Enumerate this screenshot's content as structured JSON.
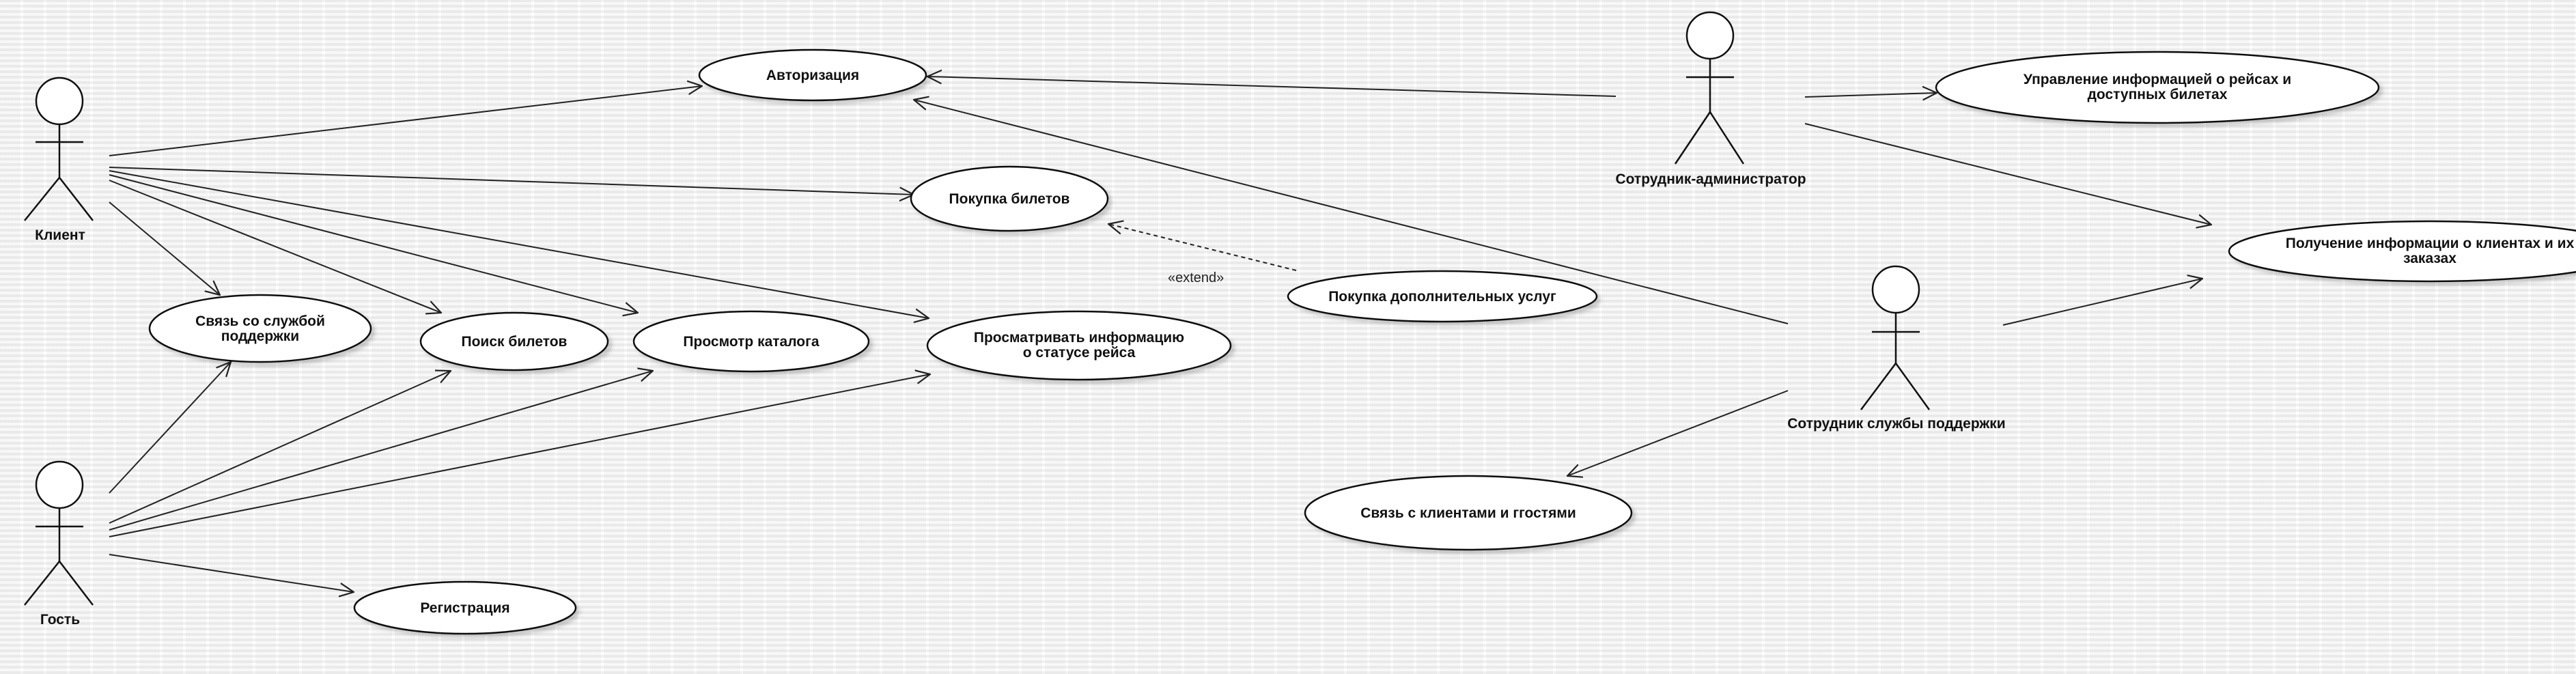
{
  "actors": {
    "client": "Клиент",
    "guest": "Гость",
    "admin": "Сотрудник-администратор",
    "support": "Сотрудник службы поддержки"
  },
  "usecases": {
    "auth": "Авторизация",
    "buy": "Покупка билетов",
    "contact_support_l1": "Связь со службой",
    "contact_support_l2": "поддержки",
    "search": "Поиск билетов",
    "catalog": "Просмотр каталога",
    "flight_status_l1": "Просматривать информацию",
    "flight_status_l2": "о статусе рейса",
    "extra": "Покупка дополнительных услуг",
    "registration": "Регистрация",
    "contact_clients": "Связь с клиентами и ггостями",
    "manage_flights_l1": "Управление информацией о рейсах и",
    "manage_flights_l2": "доступных билетах",
    "client_info_l1": "Получение информации о клиентах и их",
    "client_info_l2": "заказах"
  },
  "labels": {
    "extend": "«extend»"
  }
}
